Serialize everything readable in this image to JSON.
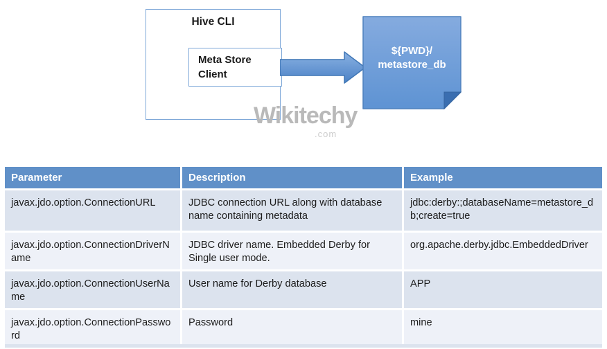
{
  "diagram": {
    "outer_box_label": "Hive CLI",
    "inner_box_label": "Meta Store Client",
    "note_line1": "${PWD}/",
    "note_line2": "metastore_db",
    "watermark": "Wikitechy",
    "watermark_suffix": ".com"
  },
  "table": {
    "columns": [
      "Parameter",
      "Description",
      "Example"
    ],
    "rows": [
      [
        "javax.jdo.option.ConnectionURL",
        "JDBC connection URL along with database name containing metadata",
        "jdbc:derby:;databaseName=metastore_db;create=true"
      ],
      [
        "javax.jdo.option.ConnectionDriverName",
        "JDBC driver name. Embedded Derby for Single user mode.",
        "org.apache.derby.jdbc.EmbeddedDriver"
      ],
      [
        "javax.jdo.option.ConnectionUserName",
        "User name for Derby database",
        "APP"
      ],
      [
        "javax.jdo.option.ConnectionPassword",
        "Password",
        "mine"
      ]
    ]
  },
  "colors": {
    "header_bg": "#6090c8",
    "row_odd": "#dce3ee",
    "row_even": "#eef1f8",
    "box_border": "#7da7d8",
    "arrow_fill_top": "#8ab1e2",
    "arrow_fill_bottom": "#4b82c6",
    "arrow_border": "#3f76b5",
    "note_fill_top": "#85abdf",
    "note_fill_bottom": "#5e93d3",
    "note_fold": "#3a6eb0",
    "watermark_color": "#b9b9b9",
    "text_color": "#1c1c1c"
  }
}
